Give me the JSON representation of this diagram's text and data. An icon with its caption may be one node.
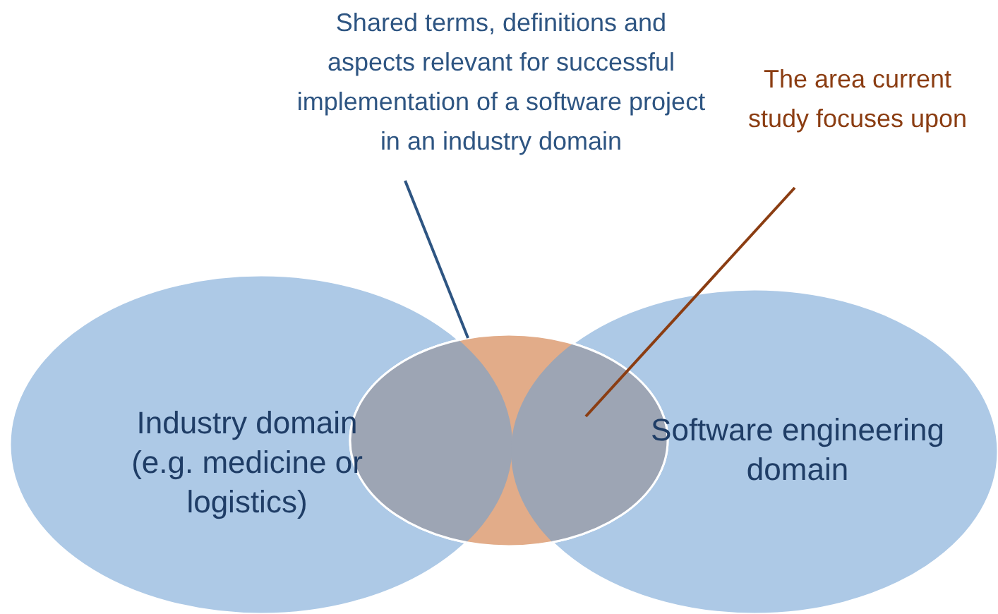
{
  "diagram": {
    "nodes": [
      {
        "text": [
          "Industry domain (e.g. medicine or logistics)"
        ]
      },
      {
        "text": [
          "Software engineering domain"
        ]
      },
      {
        "text": [],
        "shape": "ellipse"
      },
      {
        "text": [],
        "shape": "lens"
      },
      {
        "text": [],
        "shape": "lens"
      },
      {
        "text": [
          "Shared terms, definitions and aspects relevant for successful implementation of a software project in an industry domain"
        ]
      },
      {
        "text": [
          "The area current study focuses upon"
        ]
      }
    ],
    "edges": [
      {
        "from": 5,
        "to": 2,
        "arrow": "none",
        "color": "#2e5582"
      },
      {
        "from": 6,
        "to": 4,
        "arrow": "none",
        "color": "#8b3d12"
      }
    ]
  }
}
